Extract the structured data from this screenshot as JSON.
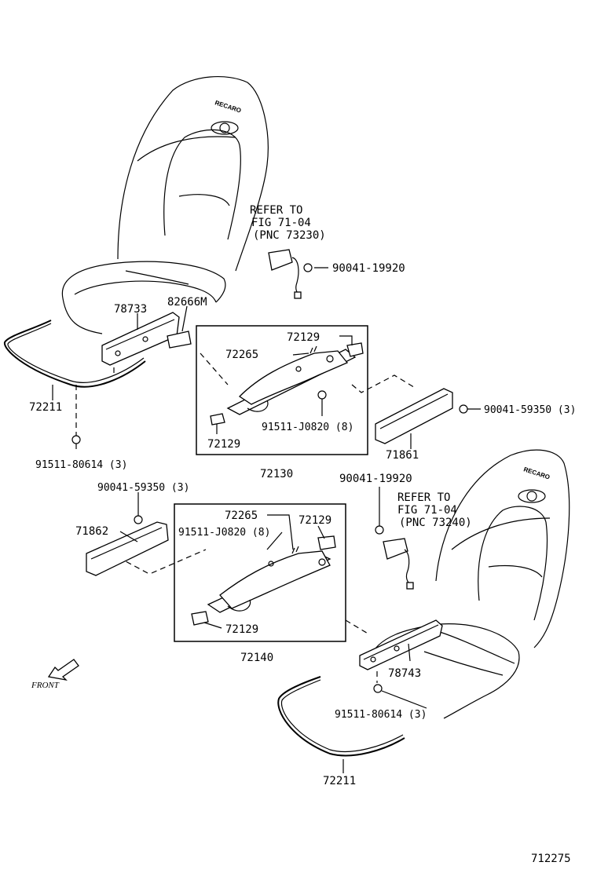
{
  "seat_brand": "RECARO",
  "refer_upper": [
    "REFER TO",
    "FIG 71-04",
    "(PNC 73230)"
  ],
  "refer_lower": [
    "REFER TO",
    "FIG 71-04",
    "(PNC 73240)"
  ],
  "front_label": "FRONT",
  "figure_number": "712275",
  "callouts": {
    "p78733": "78733",
    "p82666m": "82666M",
    "p90041_19920_upper": "90041-19920",
    "p72129_a": "72129",
    "p72265_a": "72265",
    "p91511_j0820_a": "91511-J0820 (8)",
    "p72129_b": "72129",
    "p72130": "72130",
    "p72211_upper": "72211",
    "p91511_80614_upper": "91511-80614 (3)",
    "p90041_59350_right": "90041-59350 (3)",
    "p71861": "71861",
    "p90041_59350_left": "90041-59350 (3)",
    "p71862": "71862",
    "p72265_b": "72265",
    "p91511_j0820_b": "91511-J0820 (8)",
    "p72129_c": "72129",
    "p72129_d": "72129",
    "p72140": "72140",
    "p90041_19920_lower": "90041-19920",
    "p78743": "78743",
    "p91511_80614_lower": "91511-80614 (3)",
    "p72211_lower": "72211"
  }
}
